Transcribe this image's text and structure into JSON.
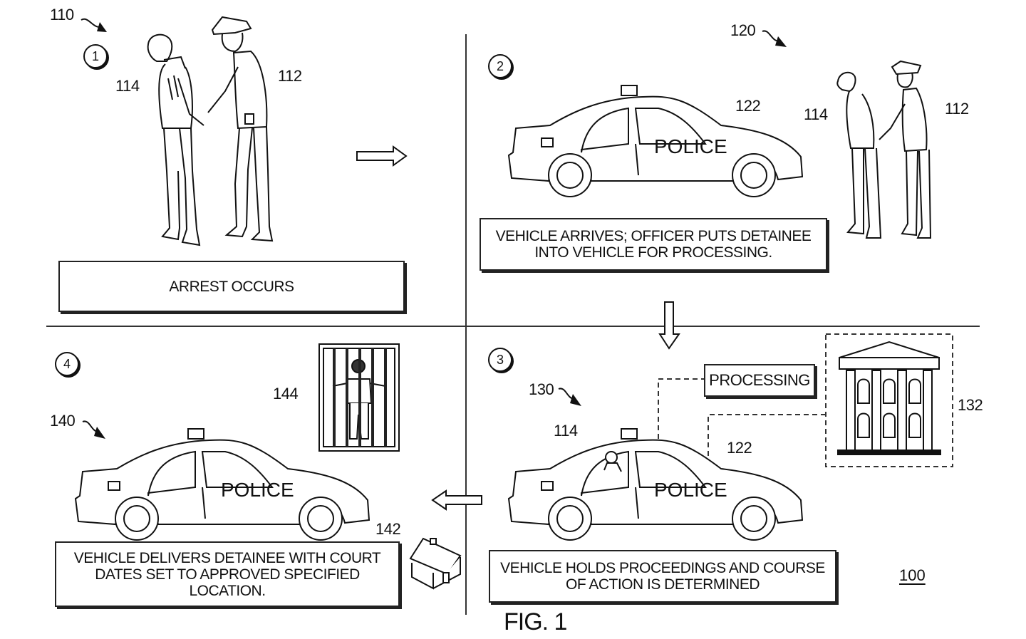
{
  "figure": {
    "title": "FIG. 1",
    "reference_number": "100"
  },
  "panels": [
    {
      "step": "1",
      "ref": "110",
      "caption_lines": [
        "ARREST OCCURS"
      ],
      "labels": {
        "detainee": "114",
        "officer": "112"
      }
    },
    {
      "step": "2",
      "ref": "120",
      "caption_lines": [
        "VEHICLE ARRIVES; OFFICER PUTS DETAINEE",
        "INTO VEHICLE FOR PROCESSING."
      ],
      "labels": {
        "vehicle": "122",
        "detainee": "114",
        "officer": "112"
      },
      "vehicle_text": "POLICE"
    },
    {
      "step": "3",
      "ref": "130",
      "caption_lines": [
        "VEHICLE HOLDS PROCEEDINGS AND COURSE",
        "OF ACTION IS DETERMINED"
      ],
      "labels": {
        "detainee": "114",
        "vehicle": "122",
        "courthouse": "132"
      },
      "processing_label": "PROCESSING",
      "vehicle_text": "POLICE"
    },
    {
      "step": "4",
      "ref": "140",
      "caption_lines": [
        "VEHICLE DELIVERS DETAINEE WITH COURT",
        "DATES SET TO APPROVED SPECIFIED LOCATION."
      ],
      "labels": {
        "jail": "144",
        "home": "142"
      },
      "vehicle_text": "POLICE"
    }
  ],
  "flow_arrows": [
    {
      "from": "1",
      "to": "2",
      "direction": "right"
    },
    {
      "from": "2",
      "to": "3",
      "direction": "down"
    },
    {
      "from": "3",
      "to": "4",
      "direction": "left"
    }
  ]
}
